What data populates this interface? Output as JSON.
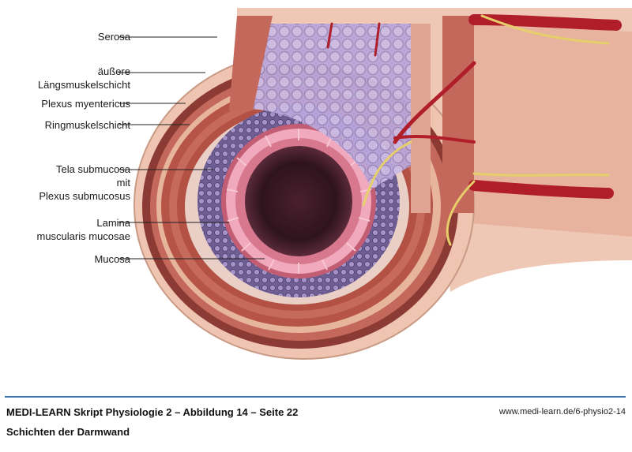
{
  "labels": {
    "serosa": "Serosa",
    "laengs_1": "äußere",
    "laengs_2": "Längsmuskelschicht",
    "plexus_myentericus": "Plexus myentericus",
    "ringmuskel": "Ringmuskelschicht",
    "tela_1": "Tela submucosa",
    "tela_2": "mit",
    "tela_3": "Plexus submucosus",
    "lamina_1": "Lamina",
    "lamina_2": "muscularis mucosae",
    "mucosa": "Mucosa"
  },
  "footer": {
    "title": "MEDI-LEARN Skript Physiologie 2 – Abbildung 14 – Seite 22",
    "url": "www.medi-learn.de/6-physio2-14",
    "caption": "Schichten der Darmwand"
  },
  "colors": {
    "serosa": "#efc4b0",
    "muscle": "#b8574a",
    "submucosa": "#8f7ab5",
    "mucosa": "#e79cae",
    "lumen": "#3a1a25",
    "artery": "#b01e2a",
    "nerve": "#e6cf6a",
    "footer_rule": "#3a73a8"
  }
}
